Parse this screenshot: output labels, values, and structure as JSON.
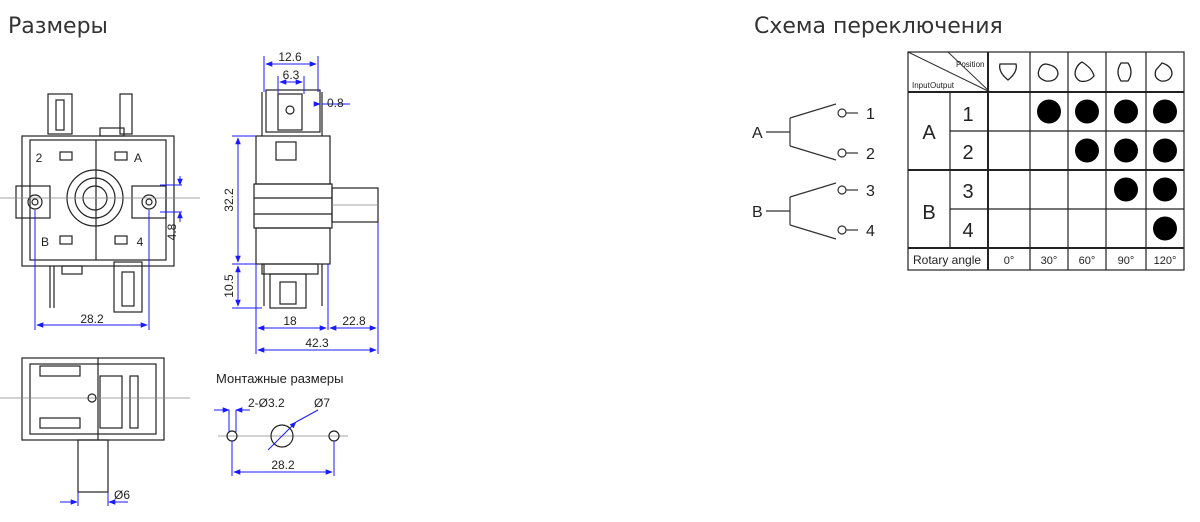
{
  "sections": {
    "dimensions_title": "Размеры",
    "scheme_title": "Схема переключения"
  },
  "drawing": {
    "dims": {
      "top_width": "12.6",
      "inner_width": "6.3",
      "pin": "0.8",
      "height": "32.2",
      "offset": "4.8",
      "lower_h": "10.5",
      "base_w": "28.2",
      "mid_w": "18",
      "shaft_len": "22.8",
      "total_len": "42.3",
      "shaft_d": "Ø6"
    },
    "body_marks": {
      "top_left": "2",
      "top_right": "A",
      "bottom_left": "B",
      "bottom_right": "4"
    },
    "mount": {
      "title": "Монтажные размеры",
      "holes": "2-Ø3.2",
      "center_d": "Ø7",
      "spacing": "28.2"
    }
  },
  "circuit": {
    "inputs": [
      "A",
      "B"
    ],
    "outputs": [
      "1",
      "2",
      "3",
      "4"
    ]
  },
  "table": {
    "corner_position": "Position",
    "corner_input": "Input",
    "corner_output": "Output",
    "footer_label": "Rotary angle",
    "angles": [
      "0°",
      "30°",
      "60°",
      "90°",
      "120°"
    ],
    "groups": [
      {
        "input": "A",
        "rows": [
          {
            "output": "1",
            "on": [
              false,
              true,
              true,
              true,
              true
            ]
          },
          {
            "output": "2",
            "on": [
              false,
              false,
              true,
              true,
              true
            ]
          }
        ]
      },
      {
        "input": "B",
        "rows": [
          {
            "output": "3",
            "on": [
              false,
              false,
              false,
              true,
              true
            ]
          },
          {
            "output": "4",
            "on": [
              false,
              false,
              false,
              false,
              true
            ]
          }
        ]
      }
    ]
  }
}
